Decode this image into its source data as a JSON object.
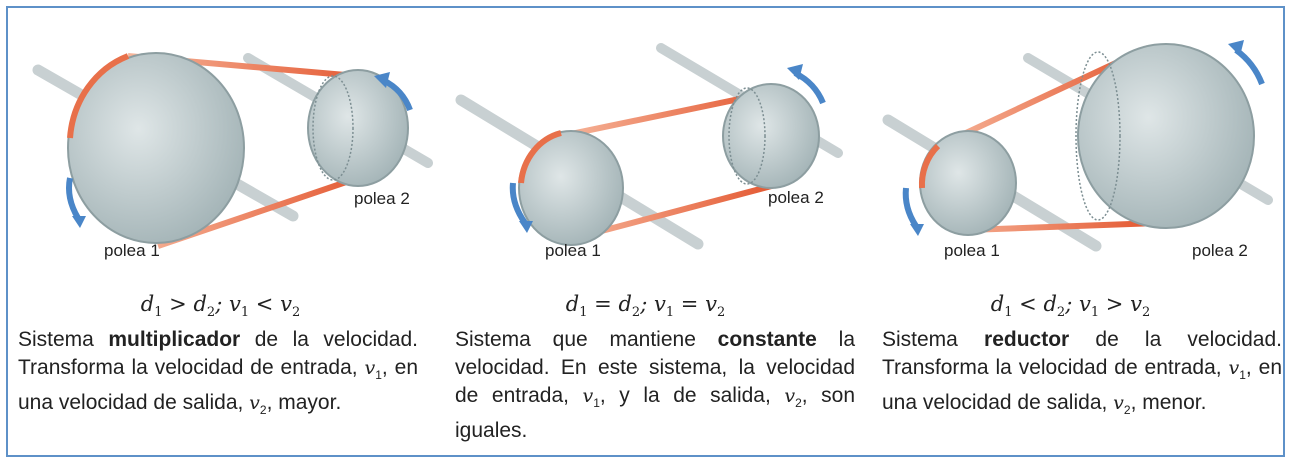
{
  "panels": [
    {
      "label_pulley1": "polea 1",
      "label_pulley2": "polea 2",
      "formula": {
        "d1": "d",
        "op1": ">",
        "d2": "d",
        "sep": ";",
        "v1": "v",
        "op2": "<",
        "v2": "v"
      },
      "desc": {
        "p1": "Sistema ",
        "bold": "multiplicador",
        "p2": " de la velocidad. Transforma la velocidad de entrada, ",
        "v1": "v",
        "p3": ", en una velocidad de salida, ",
        "v2": "v",
        "p4": ", mayor."
      }
    },
    {
      "label_pulley1": "polea 1",
      "label_pulley2": "polea 2",
      "formula": {
        "d1": "d",
        "op1": "=",
        "d2": "d",
        "sep": ";",
        "v1": "v",
        "op2": "=",
        "v2": "v"
      },
      "desc": {
        "p1": "Sistema que mantiene ",
        "bold": "constante",
        "p2": " la velocidad. En este sistema, la velocidad de entrada, ",
        "v1": "v",
        "p3": ", y la de salida, ",
        "v2": "v",
        "p4": ", son iguales."
      }
    },
    {
      "label_pulley1": "polea 1",
      "label_pulley2": "polea 2",
      "formula": {
        "d1": "d",
        "op1": "<",
        "d2": "d",
        "sep": ";",
        "v1": "v",
        "op2": ">",
        "v2": "v"
      },
      "desc": {
        "p1": "Sistema ",
        "bold": "reductor",
        "p2": " de la velocidad. Transforma la velocidad de entrada, ",
        "v1": "v",
        "p3": ", en una velocidad de salida, ",
        "v2": "v",
        "p4": ", menor."
      }
    }
  ],
  "subscripts": {
    "one": "1",
    "two": "2"
  },
  "colors": {
    "border": "#5e91c8",
    "belt": "#e8704a",
    "arrow": "#4a86c8",
    "pulley": "#b9c6c8"
  }
}
